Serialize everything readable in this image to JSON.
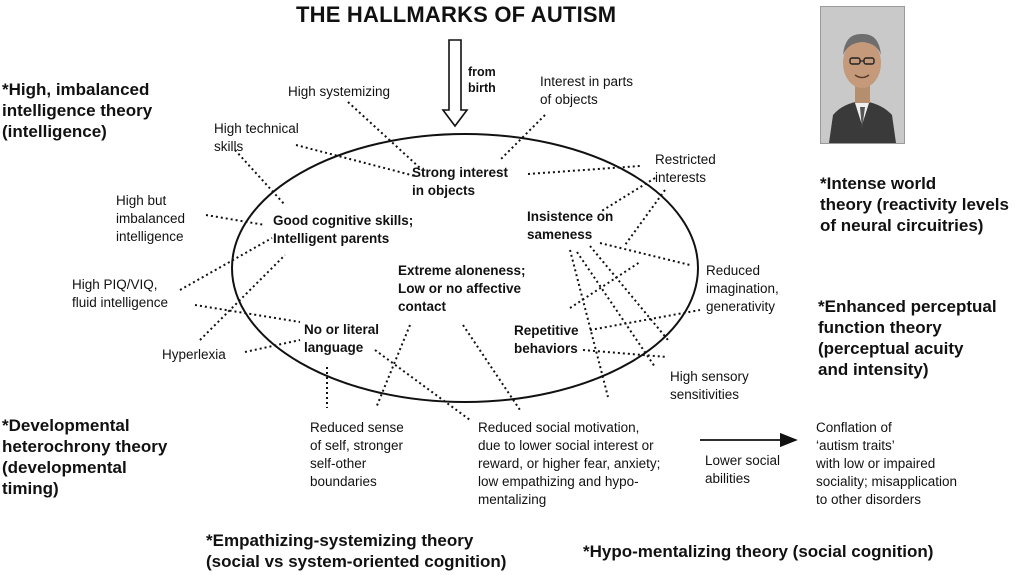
{
  "title": "THE HALLMARKS OF AUTISM",
  "arrow_label": "from\nbirth",
  "photo": {
    "icon": "portrait-photo",
    "bg": "#cfcfcf"
  },
  "theories": {
    "intelligence": "*High, imbalanced\nintelligence theory\n(intelligence)",
    "intense_world": "*Intense world\ntheory (reactivity levels\nof neural circuitries)",
    "enhanced_perceptual": "*Enhanced perceptual\nfunction theory\n(perceptual acuity\nand intensity)",
    "developmental": "*Developmental\nheterochrony theory\n(developmental\ntiming)",
    "empathizing": "*Empathizing-systemizing theory\n(social vs system-oriented cognition)",
    "hypo_mentalizing": "*Hypo-mentalizing theory (social cognition)"
  },
  "core": {
    "strong_interest": "Strong interest\nin objects",
    "good_cognitive": "Good cognitive skills;\nIntelligent parents",
    "insistence": "Insistence on\nsameness",
    "aloneness": "Extreme aloneness;\nLow or no affective\ncontact",
    "repetitive": "Repetitive\nbehaviors",
    "language": "No or literal\nlanguage"
  },
  "traits": {
    "high_systemizing": "High systemizing",
    "interest_parts": "Interest in parts\nof objects",
    "high_technical": "High technical\nskills",
    "restricted": "Restricted\ninterests",
    "high_but": "High but\nimbalanced\nintelligence",
    "reduced_imagination": "Reduced\nimagination,\ngenerativity",
    "high_piq": "High PIQ/VIQ,\nfluid intelligence",
    "hyperlexia": "Hyperlexia",
    "high_sensory": "High sensory\nsensitivities",
    "reduced_self": "Reduced sense\nof self, stronger\nself-other\nboundaries",
    "reduced_social": "Reduced social motivation,\ndue to lower social interest or\nreward, or higher fear, anxiety;\nlow empathizing and hypo-\nmentalizing",
    "lower_social": "Lower social\nabilities",
    "conflation": "Conflation of\n‘autism traits’\nwith low or impaired\nsociality; misapplication\nto other disorders"
  }
}
